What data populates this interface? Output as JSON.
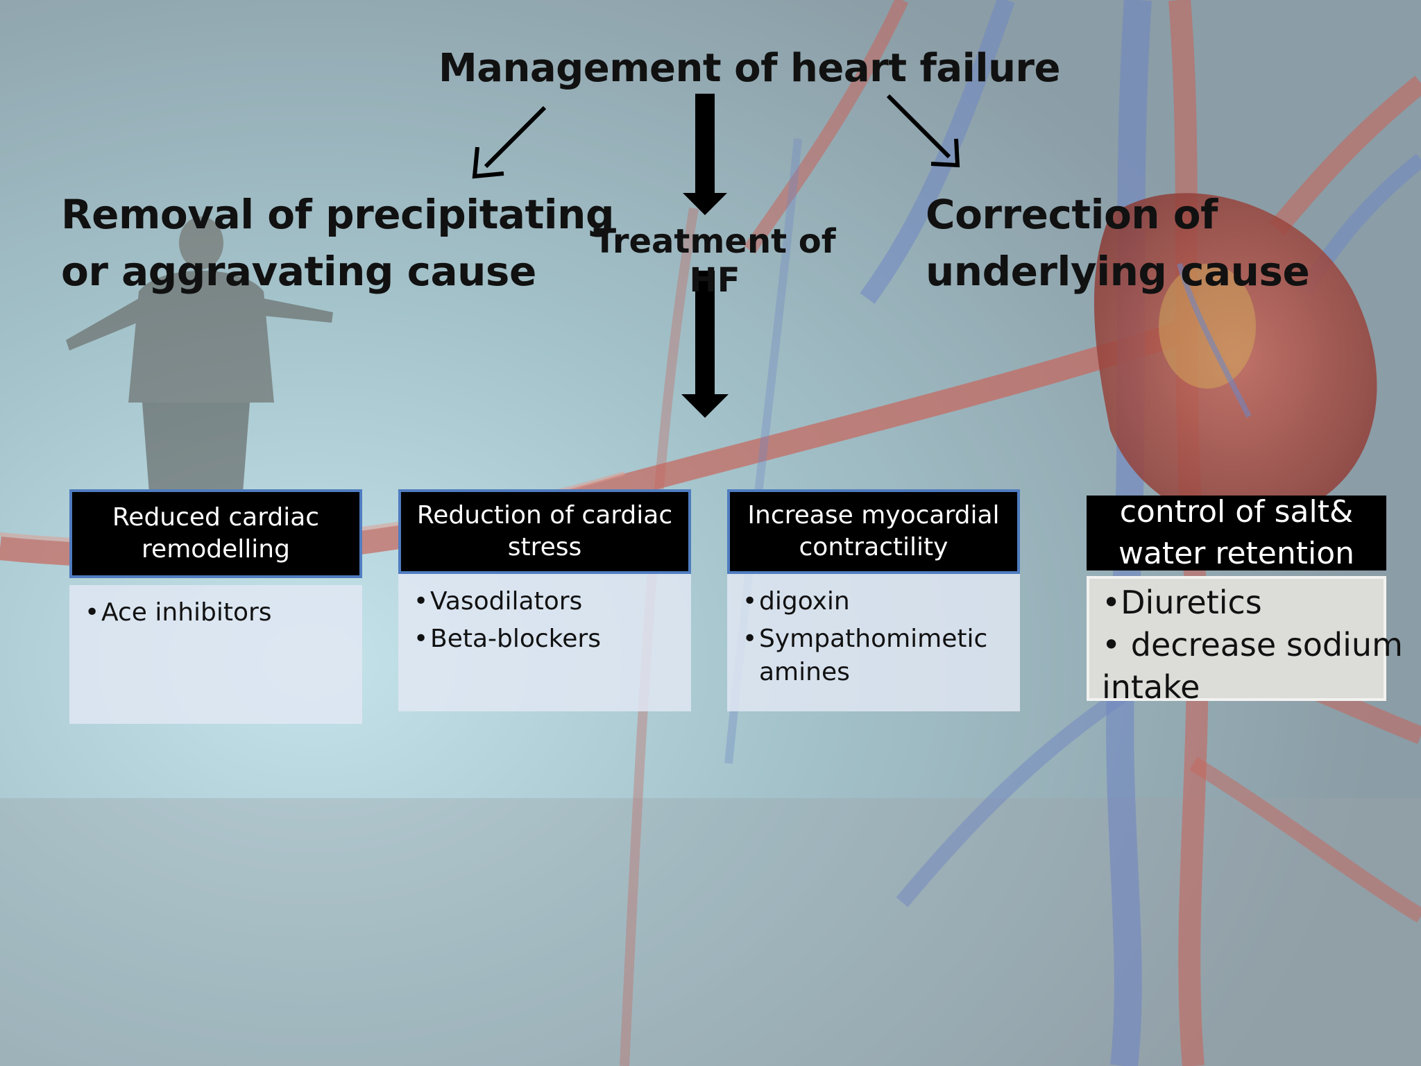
{
  "title": "Management of heart failure",
  "branches": {
    "left": [
      "Removal of precipitating",
      "or aggravating cause"
    ],
    "center": "Treatment of HF",
    "right": [
      "Correction of",
      "underlying cause"
    ]
  },
  "boxes": [
    {
      "header": [
        "Reduced cardiac",
        "remodelling"
      ],
      "items": [
        "Ace inhibitors"
      ]
    },
    {
      "header": [
        "Reduction of cardiac",
        "stress"
      ],
      "items": [
        "Vasodilators",
        "Beta-blockers"
      ]
    },
    {
      "header": [
        "Increase myocardial",
        "contractility"
      ],
      "items": [
        "digoxin",
        "Sympathomimetic amines"
      ]
    },
    {
      "header": [
        "control of salt&",
        "water retention"
      ],
      "lines": [
        "•Diuretics",
        "• decrease sodium",
        "intake"
      ]
    }
  ]
}
